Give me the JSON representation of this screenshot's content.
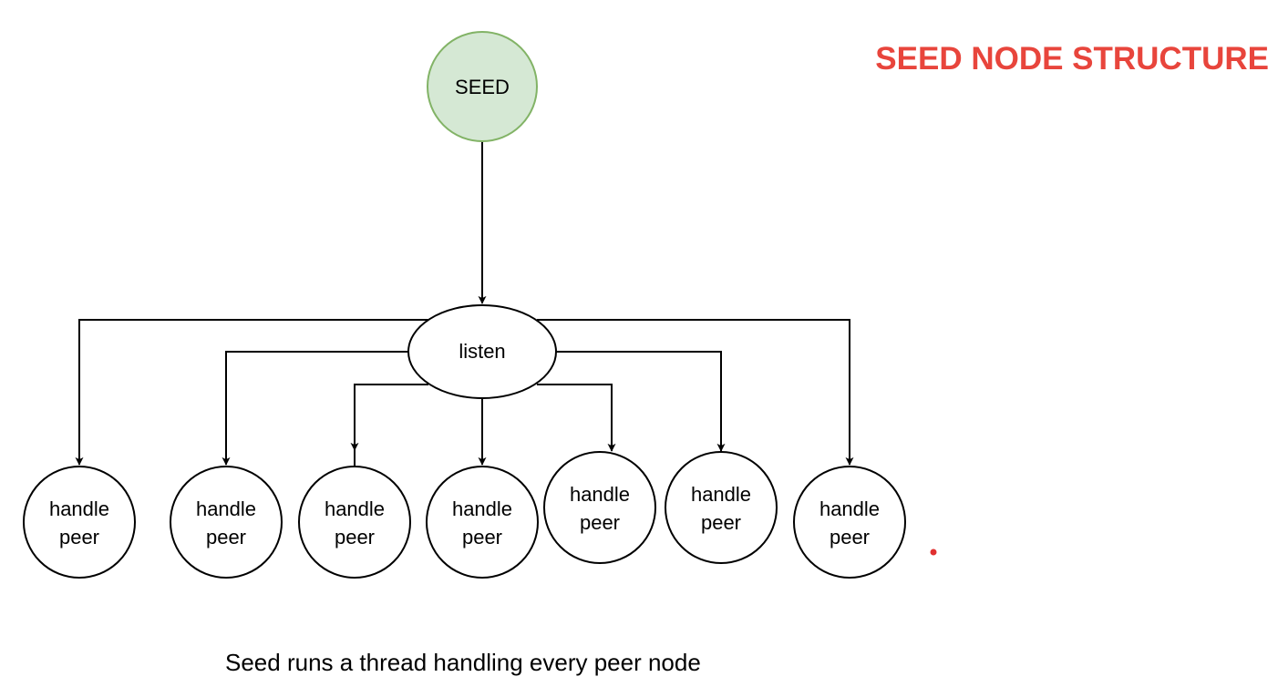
{
  "title": "SEED NODE STRUCTURE",
  "caption": "Seed runs a thread handling every peer node",
  "colors": {
    "title": "#e8453c",
    "seed_fill": "#d5e8d4",
    "seed_stroke": "#82b366",
    "stroke": "#000000",
    "dot": "#e03030"
  },
  "nodes": {
    "seed": {
      "label": "SEED"
    },
    "listen": {
      "label": "listen"
    },
    "peers": [
      {
        "line1": "handle",
        "line2": "peer"
      },
      {
        "line1": "handle",
        "line2": "peer"
      },
      {
        "line1": "handle",
        "line2": "peer"
      },
      {
        "line1": "handle",
        "line2": "peer"
      },
      {
        "line1": "handle",
        "line2": "peer"
      },
      {
        "line1": "handle",
        "line2": "peer"
      },
      {
        "line1": "handle",
        "line2": "peer"
      }
    ]
  },
  "edges": [
    {
      "from": "seed",
      "to": "listen"
    },
    {
      "from": "listen",
      "to": "peer-1"
    },
    {
      "from": "listen",
      "to": "peer-2"
    },
    {
      "from": "listen",
      "to": "peer-3"
    },
    {
      "from": "listen",
      "to": "peer-4"
    },
    {
      "from": "listen",
      "to": "peer-5"
    },
    {
      "from": "listen",
      "to": "peer-6"
    },
    {
      "from": "listen",
      "to": "peer-7"
    }
  ]
}
